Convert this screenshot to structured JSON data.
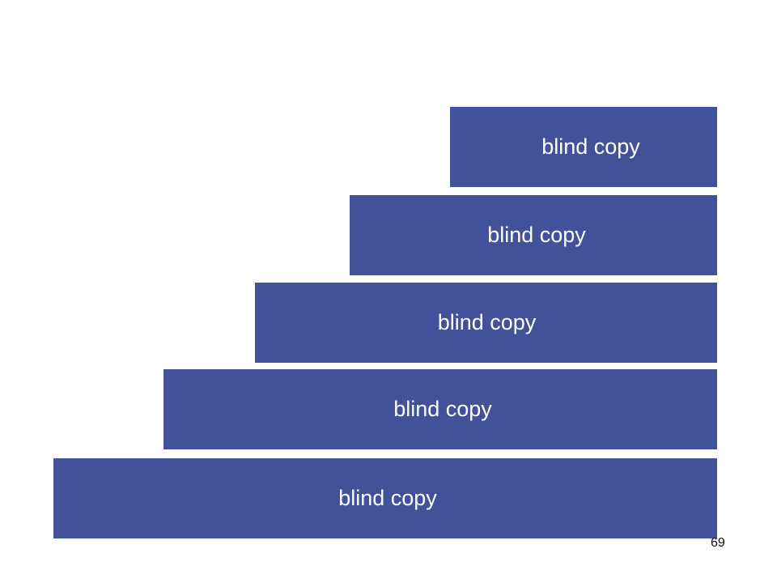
{
  "diagram": {
    "steps": [
      {
        "label": "blind copy"
      },
      {
        "label": "blind copy"
      },
      {
        "label": "blind copy"
      },
      {
        "label": "blind copy"
      },
      {
        "label": "blind copy"
      }
    ],
    "bar_color": "#42529a",
    "text_color": "#ffffff"
  },
  "footer": {
    "page_number": "69"
  }
}
